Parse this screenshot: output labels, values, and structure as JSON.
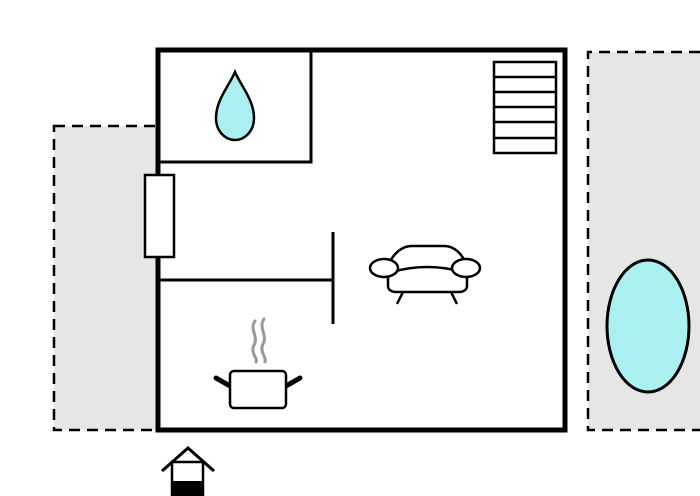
{
  "floor_plan": {
    "rooms": [
      "bathroom",
      "living-area",
      "kitchen"
    ],
    "outdoor_areas": [
      "terrace-left",
      "terrace-right"
    ],
    "features": [
      "shower-drop",
      "staircase",
      "window",
      "sofa",
      "cooking-pot",
      "entrance",
      "pool"
    ],
    "icons": {
      "bathroom": "water-drop-icon",
      "living": "sofa-icon",
      "kitchen": "cooking-pot-icon",
      "entrance": "house-entrance-icon",
      "pool": "pool-icon",
      "stairs": "stairs-icon"
    },
    "colors": {
      "wall": "#000000",
      "terrace_fill": "#e6e6e6",
      "water": "#aaf0f0",
      "steam": "#999999",
      "background": "#ffffff"
    }
  }
}
